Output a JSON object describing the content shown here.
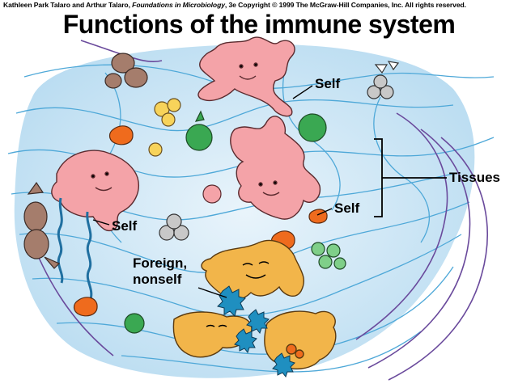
{
  "credit": {
    "authors": "Kathleen Park Talaro and Arthur Talaro, ",
    "book": "Foundations in Microbiology",
    "rest": ", 3e Copyright © 1999 The McGraw-Hill Companies, Inc.  All rights reserved."
  },
  "title": "Functions of the immune system",
  "labels": {
    "self_1": "Self",
    "self_2": "Self",
    "self_3": "Self",
    "tissues": "Tissues",
    "foreign_line1": "Foreign,",
    "foreign_line2": "nonself"
  },
  "colors": {
    "tissue": "#cfe6f5",
    "tissue_line": "#4ea8d8",
    "outer_line": "#6a4a9c",
    "pink_cell": "#f4a3a8",
    "orange_cell": "#f2b54a",
    "foreign_blue": "#1f8fc0",
    "green": "#3aa852",
    "brown": "#a57d6c",
    "orange_molecule": "#ef6b1d",
    "yellow": "#f7d35a",
    "gray": "#c8c8c8"
  }
}
